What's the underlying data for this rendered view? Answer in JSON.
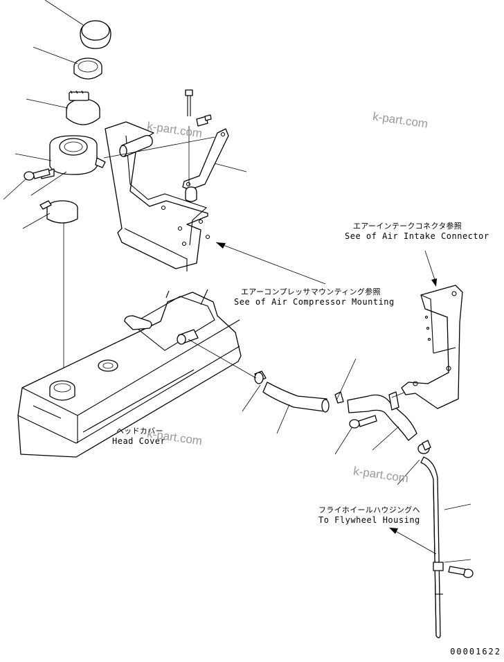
{
  "labels": {
    "air_intake_jp": "エアーインテークコネクタ参照",
    "air_intake_en": "See of Air Intake Connector",
    "air_compressor_jp": "エアーコンプレッサマウンティング参照",
    "air_compressor_en": "See of Air Compressor Mounting",
    "head_cover_jp": "ヘッドカバー",
    "head_cover_en": "Head Cover",
    "flywheel_jp": "フライホイールハウジングへ",
    "flywheel_en": "To Flywheel Housing"
  },
  "watermark": "k-part.com",
  "drawing_code": "00001622"
}
